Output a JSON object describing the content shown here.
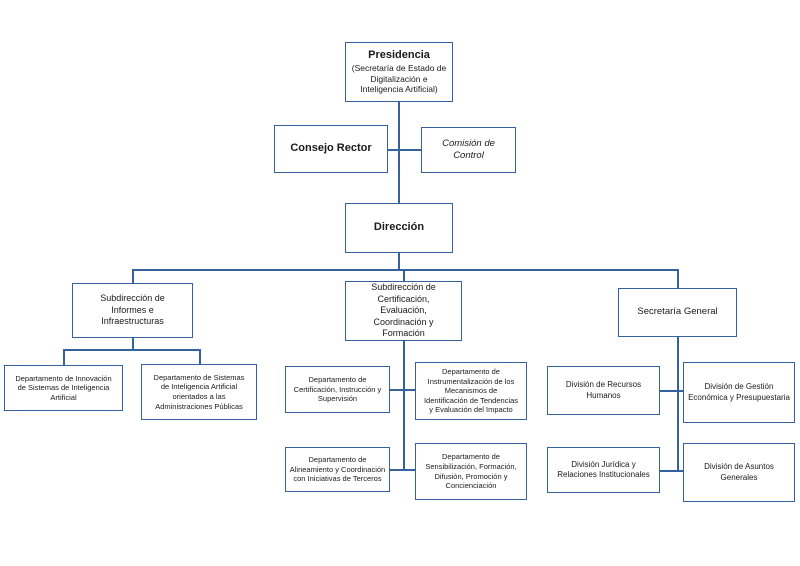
{
  "diagram": {
    "type": "org-chart",
    "colors": {
      "border": "#35629e",
      "text": "#1a1a1a",
      "background": "#ffffff"
    },
    "nodes": {
      "presidencia": {
        "title": "Presidencia",
        "subtitle": "(Secretaría de Estado de\nDigitalización e\nInteligencia Artificial)"
      },
      "consejo_rector": {
        "label": "Consejo Rector"
      },
      "comision_control": {
        "label": "Comisión de\nControl"
      },
      "direccion": {
        "label": "Dirección"
      },
      "subdir_informes": {
        "label": "Subdirección de\nInformes e\nInfraestructuras"
      },
      "subdir_certificacion": {
        "label": "Subdirección de\nCertificación,\nEvaluación,\nCoordinación y\nFormación"
      },
      "secretaria_general": {
        "label": "Secretaría General"
      },
      "dept_innovacion": {
        "label": "Departamento de Innovación\nde Sistemas de Inteligencia\nArtificial"
      },
      "dept_sistemas_aapp": {
        "label": "Departamento de Sistemas\nde Inteligencia Artificial\norientados a las\nAdministraciones Públicas"
      },
      "dept_certificacion": {
        "label": "Departamento de\nCertificación, Instrucción y\nSupervisión"
      },
      "dept_instrumentalizacion": {
        "label": "Departamento de\nInstrumentalización de los\nMecanismos de\nIdentificación de Tendencias\ny Evaluación del Impacto"
      },
      "dept_alineamiento": {
        "label": "Departamento de\nAlineamiento y Coordinación\ncon Iniciativas de Terceros"
      },
      "dept_sensibilizacion": {
        "label": "Departamento de\nSensibilización, Formación,\nDifusión, Promoción y\nConcienciación"
      },
      "div_recursos": {
        "label": "División de Recursos\nHumanos"
      },
      "div_gestion": {
        "label": "División de Gestión\nEconómica y Presupuestaria"
      },
      "div_juridica": {
        "label": "División Jurídica y\nRelaciones Institucionales"
      },
      "div_asuntos": {
        "label": "División de Asuntos\nGenerales"
      }
    },
    "edges": [
      [
        "presidencia",
        "consejo_rector"
      ],
      [
        "presidencia",
        "comision_control"
      ],
      [
        "presidencia",
        "direccion"
      ],
      [
        "direccion",
        "subdir_informes"
      ],
      [
        "direccion",
        "subdir_certificacion"
      ],
      [
        "direccion",
        "secretaria_general"
      ],
      [
        "subdir_informes",
        "dept_innovacion"
      ],
      [
        "subdir_informes",
        "dept_sistemas_aapp"
      ],
      [
        "subdir_certificacion",
        "dept_certificacion"
      ],
      [
        "subdir_certificacion",
        "dept_instrumentalizacion"
      ],
      [
        "subdir_certificacion",
        "dept_alineamiento"
      ],
      [
        "subdir_certificacion",
        "dept_sensibilizacion"
      ],
      [
        "secretaria_general",
        "div_recursos"
      ],
      [
        "secretaria_general",
        "div_gestion"
      ],
      [
        "secretaria_general",
        "div_juridica"
      ],
      [
        "secretaria_general",
        "div_asuntos"
      ]
    ]
  }
}
